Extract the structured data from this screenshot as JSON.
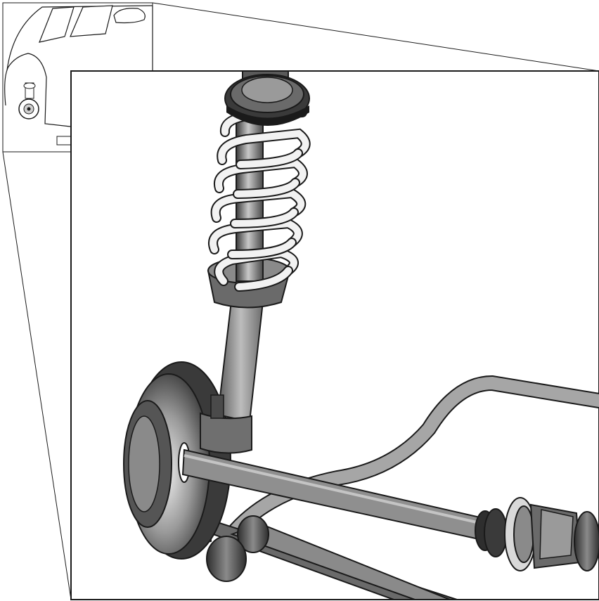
{
  "figure": {
    "description_labels": [],
    "colors": {
      "background": "#ffffff",
      "outline": "#1a1a1a",
      "metal_dark": "#3a3a3a",
      "metal_mid": "#8a8a8a",
      "metal_light": "#e6e6e6",
      "spring": "#f2f2f2",
      "rod": "#9a9a9a"
    },
    "parts": {
      "inset": "inset-car-view",
      "strut": "shock-absorber-strut",
      "spring": "coil-spring",
      "hub": "wheel-hub",
      "axle": "drive-shaft",
      "arm": "lower-control-arm",
      "stabilizer": "stabilizer-bar",
      "joint": "cv-joint"
    }
  }
}
